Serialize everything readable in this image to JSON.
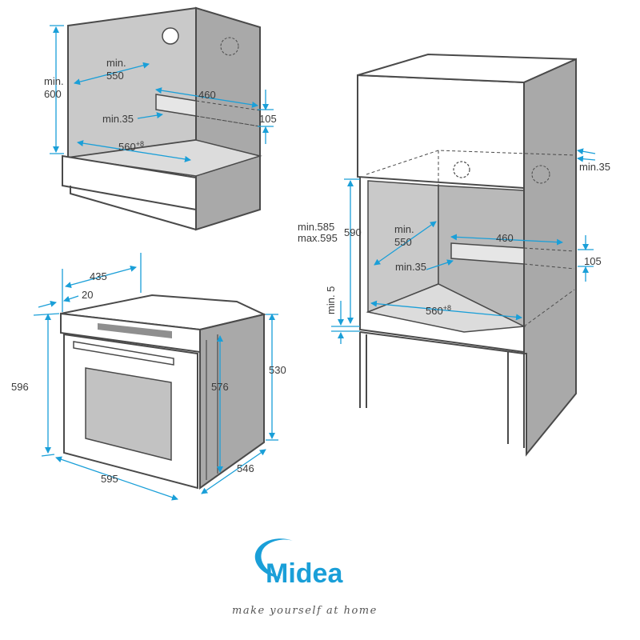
{
  "colors": {
    "line": "#4a4a4a",
    "panel": "#c7c7c7",
    "panel_dark": "#8f8f8f",
    "dimension": "#1a9fd8",
    "brand": "#1a9fd8"
  },
  "under_counter": {
    "height_label_line1": "min.",
    "height_label_line2": "600",
    "depth_label_line1": "min.",
    "depth_label_line2": "550",
    "width_label": "560",
    "width_tolerance": "+8",
    "vent_width_label": "460",
    "vent_height_label": "105",
    "vent_depth_label": "min.35"
  },
  "tall_unit": {
    "clearance_label": "min.35",
    "opening_range_line1": "min.585",
    "opening_range_line2": "max.595",
    "opening_height_label": "590",
    "base_gap_label": "min. 5",
    "depth_label_line1": "min.",
    "depth_label_line2": "550",
    "vent_width_label": "460",
    "vent_height_label": "105",
    "vent_depth_label": "min.35",
    "width_label": "560",
    "width_tolerance": "+8"
  },
  "oven": {
    "depth_top_label": "435",
    "panel_depth_label": "20",
    "total_height_label": "596",
    "body_height_label": "576",
    "side_height_label": "530",
    "width_label": "595",
    "body_depth_label": "546"
  },
  "brand": {
    "name": "Midea",
    "tagline": "make yourself at home"
  }
}
